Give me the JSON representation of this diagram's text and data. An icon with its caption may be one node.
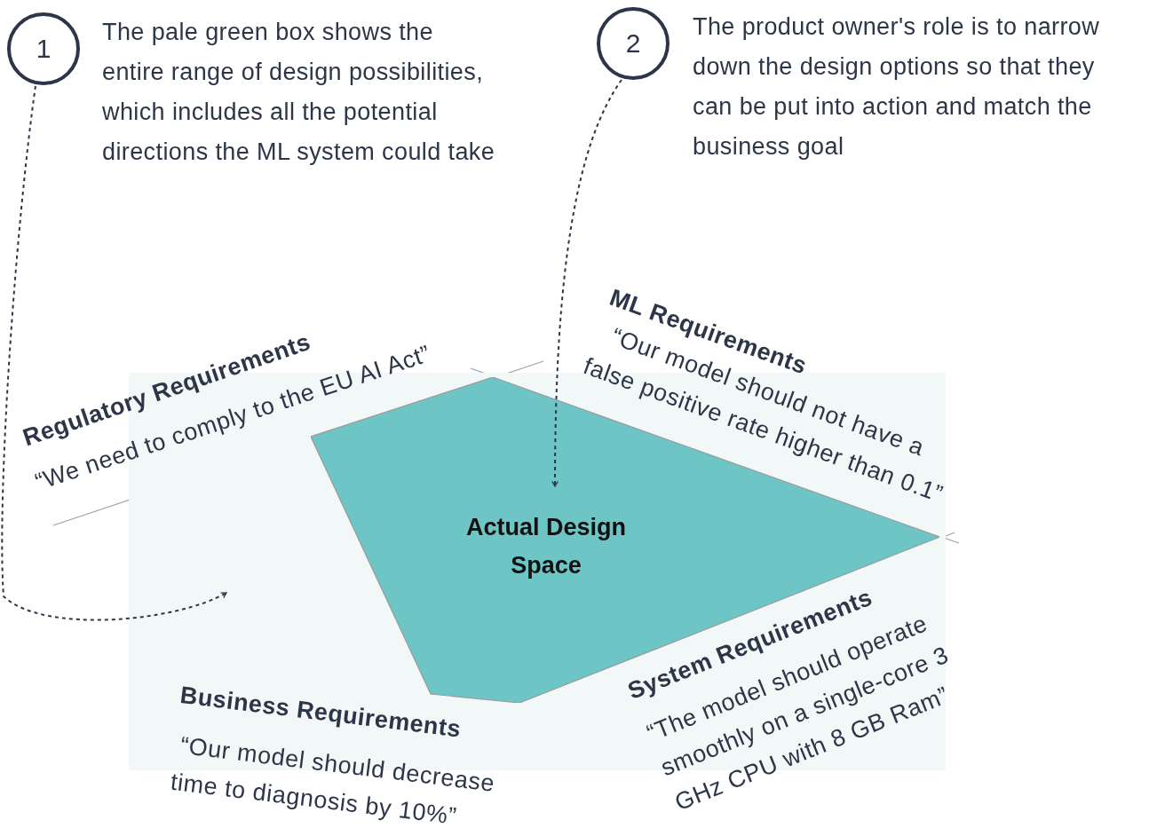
{
  "diagram": {
    "nodes": [
      {
        "text": [
          "1"
        ],
        "beside": [
          "The pale green box shows the entire range of design possibilities, which includes all the potential directions the ML system could take"
        ]
      },
      {
        "text": [
          "2"
        ],
        "beside": [
          "The product owner's role is to narrow down the design options so that they can be put into action and match the business goal"
        ]
      },
      {
        "text": [],
        "shape": "box"
      },
      {
        "text": [
          "Actual Design Space"
        ],
        "in": 2
      }
    ],
    "edges": [
      {
        "from": 0,
        "to": 2,
        "arrow": "to",
        "style": "dashed"
      },
      {
        "from": 1,
        "to": 3,
        "arrow": "to",
        "style": "dashed"
      }
    ],
    "labels": [
      "Regulatory Requirements",
      "“We need to comply to the EU AI Act”",
      "ML Requirements",
      "“Our model should not have a false positive rate higher than 0.1”",
      "Business Requirements",
      "“Our model should decrease time to diagnosis by 10%”",
      "System Requirements",
      "“The model should operate smoothly on a single-core 3 GHz CPU with 8 GB Ram”"
    ]
  }
}
